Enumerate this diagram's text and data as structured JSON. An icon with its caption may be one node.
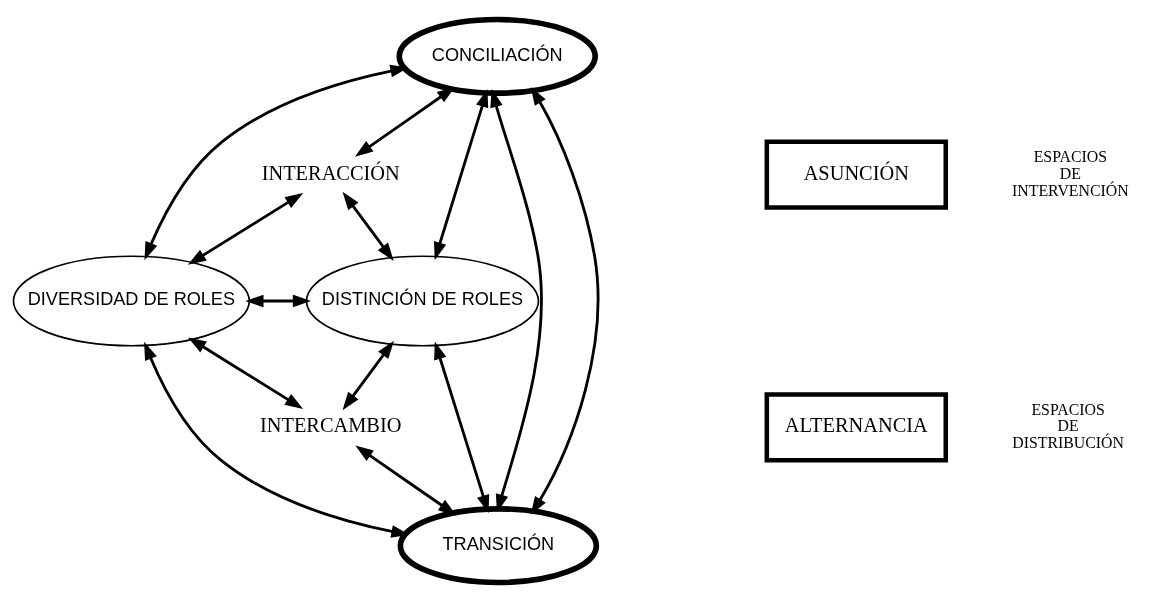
{
  "diagram": {
    "nodes": [
      {
        "text": [
          "CONCILIACIÓN"
        ]
      },
      {
        "text": [
          "ASUNCIÓN"
        ]
      },
      {
        "text": [
          "INTERACCIÓN"
        ]
      },
      {
        "text": [
          "DIVERSIDAD DE ROLES"
        ]
      },
      {
        "text": [
          "DISTINCIÓN DE ROLES"
        ]
      },
      {
        "text": [
          "INTERCAMBIO"
        ]
      },
      {
        "text": [
          "ALTERNANCIA"
        ]
      },
      {
        "text": [
          "TRANSICIÓN"
        ]
      }
    ],
    "edges": [
      {
        "from": 0,
        "to": 7,
        "arrow": "both"
      },
      {
        "from": 0,
        "to": 7,
        "arrow": "both"
      },
      {
        "from": 0,
        "to": 3,
        "arrow": "both"
      },
      {
        "from": 0,
        "to": 2,
        "arrow": "both"
      },
      {
        "from": 0,
        "to": 4,
        "arrow": "both"
      },
      {
        "from": 2,
        "to": 3,
        "arrow": "both"
      },
      {
        "from": 2,
        "to": 4,
        "arrow": "both"
      },
      {
        "from": 3,
        "to": 4,
        "arrow": "both"
      },
      {
        "from": 3,
        "to": 5,
        "arrow": "both"
      },
      {
        "from": 5,
        "to": 4,
        "arrow": "both"
      },
      {
        "from": 5,
        "to": 7,
        "arrow": "both"
      },
      {
        "from": 3,
        "to": 7,
        "arrow": "both"
      },
      {
        "from": 4,
        "to": 7,
        "arrow": "both"
      }
    ],
    "labels": [
      "ESPACIOS DE INTERVENCIÓN",
      "ESPACIOS DE DISTRIBUCIÓN"
    ]
  }
}
